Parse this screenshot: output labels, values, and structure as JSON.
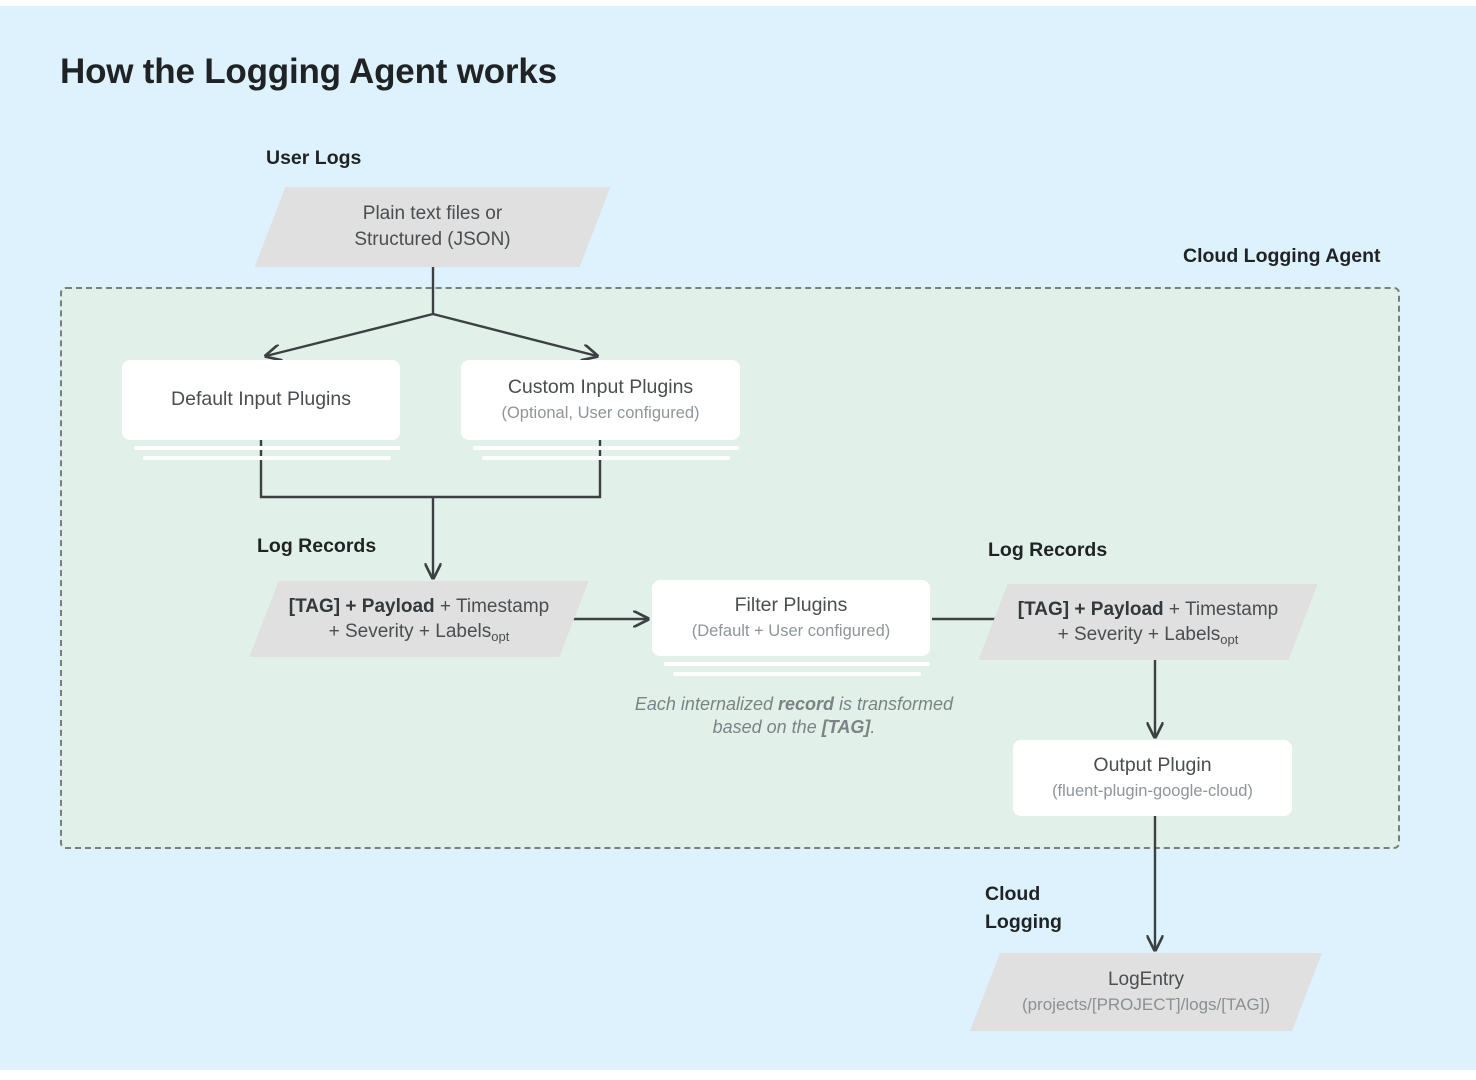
{
  "page": {
    "title": "How the Logging Agent works",
    "background_color": "#ddf2fc",
    "agent_region_color": "#e1f0e8",
    "shape_color": "#e0e0e0",
    "line_color": "#3c4043"
  },
  "labels": {
    "user_logs": "User Logs",
    "cloud_logging_agent": "Cloud Logging Agent",
    "log_records_left": "Log Records",
    "log_records_right": "Log Records",
    "cloud_logging_line1": "Cloud",
    "cloud_logging_line2": "Logging"
  },
  "nodes": {
    "user_logs_source": {
      "line1": "Plain text files or",
      "line2": "Structured (JSON)"
    },
    "default_input_plugins": {
      "title": "Default Input Plugins",
      "subtitle": ""
    },
    "custom_input_plugins": {
      "title": "Custom Input Plugins",
      "subtitle": "(Optional, User configured)"
    },
    "log_record_left": {
      "bold": "[TAG] + Payload",
      "rest_line1": " + Timestamp",
      "line2": "+ Severity + Labels",
      "subscript": "opt"
    },
    "filter_plugins": {
      "title": "Filter Plugins",
      "subtitle": "(Default + User configured)"
    },
    "log_record_right": {
      "bold": "[TAG] + Payload",
      "rest_line1": " + Timestamp",
      "line2": "+ Severity + Labels",
      "subscript": "opt"
    },
    "output_plugin": {
      "title": "Output Plugin",
      "subtitle": "(fluent-plugin-google-cloud)"
    },
    "log_entry": {
      "title": "LogEntry",
      "subtitle": "(projects/[PROJECT]/logs/[TAG])"
    }
  },
  "caption": {
    "part1": "Each internalized ",
    "bold1": "record",
    "part2": " is transformed based on the ",
    "bold2": "[TAG]",
    "part3": "."
  }
}
